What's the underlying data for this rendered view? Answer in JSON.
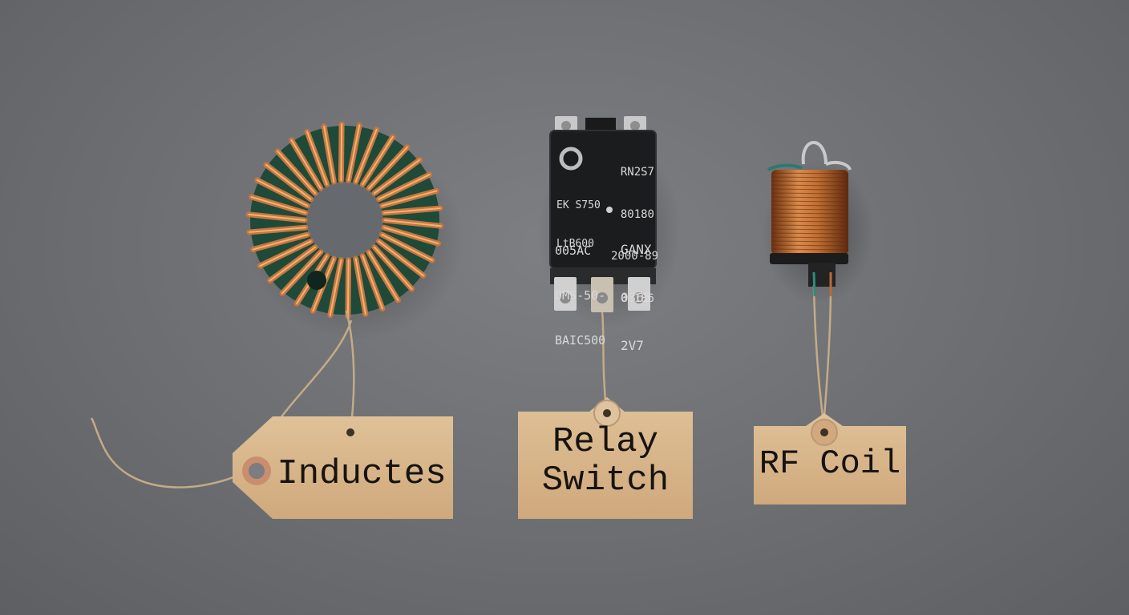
{
  "scene": {
    "background_color": "#6f7175",
    "copper_color": "#b8642e",
    "tag_color": "#d7b58b"
  },
  "components": [
    {
      "id": "toroid",
      "icon": "toroidal-inductor-icon",
      "tag_label": "Inductes"
    },
    {
      "id": "relay",
      "icon": "relay-icon",
      "tag_label_line1": "Relay",
      "tag_label_line2": "Switch",
      "markings": {
        "top_right": [
          "RN2S7",
          "80180",
          "2000-89",
          "0 186"
        ],
        "left_mid": [
          "EK S750",
          "LtB600"
        ],
        "bottom_left": [
          "005AC",
          "OMS-50-",
          "BAIC500"
        ],
        "bottom_right": [
          "GANX",
          "0365",
          "2V7"
        ]
      }
    },
    {
      "id": "rf_coil",
      "icon": "rf-coil-icon",
      "tag_label": "RF Coil"
    }
  ]
}
